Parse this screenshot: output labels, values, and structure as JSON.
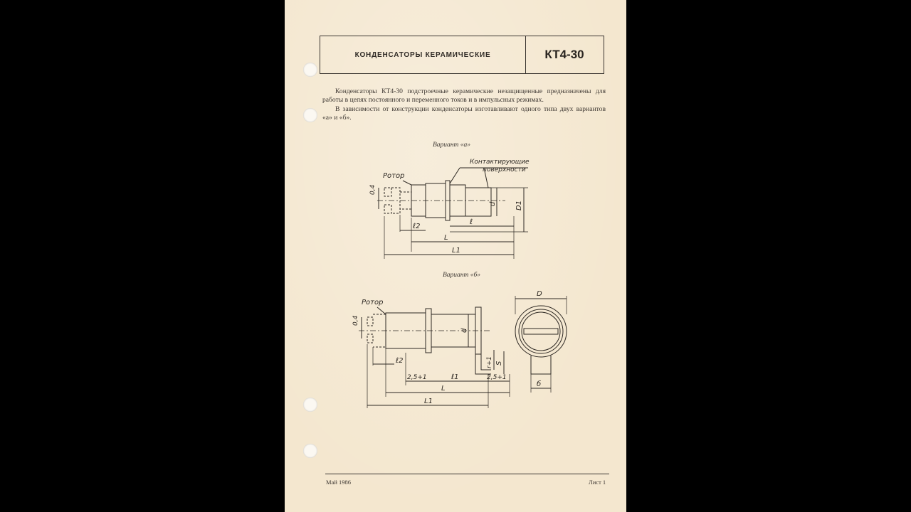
{
  "header": {
    "title": "КОНДЕНСАТОРЫ КЕРАМИЧЕСКИЕ",
    "code": "КТ4-30"
  },
  "intro": {
    "paragraph1": "Конденсаторы КТ4-30 подстроечные керамические незащищенные предназначены для работы в цепях постоянного и переменного токов и в импульсных режимах.",
    "paragraph2": "В зависимости от конструкции конденсаторы изготавливают одного типа двух вариантов «а» и «б»."
  },
  "variant_a": {
    "title": "Вариант «а»",
    "rotor_label": "Ротор",
    "contact_label_line1": "Контактирующие",
    "contact_label_line2": "поверхности",
    "dim_04": "0,4",
    "dim_l2": "ℓ2",
    "dim_l": "ℓ",
    "dim_L": "L",
    "dim_L1": "L1",
    "dim_d": "d",
    "dim_D1": "D1"
  },
  "variant_b": {
    "title": "Вариант «б»",
    "rotor_label": "Ротор",
    "dim_04": "0,4",
    "dim_l2": "ℓ2",
    "dim_25_left": "2,5+1",
    "dim_l1": "ℓ1",
    "dim_25_right": "2,5+1",
    "dim_L": "L",
    "dim_L1": "L1",
    "dim_d": "d",
    "dim_r": "r+1",
    "dim_S": "S",
    "dim_D": "D",
    "dim_b": "б"
  },
  "footer": {
    "date": "Май 1986",
    "sheet": "Лист 1"
  }
}
